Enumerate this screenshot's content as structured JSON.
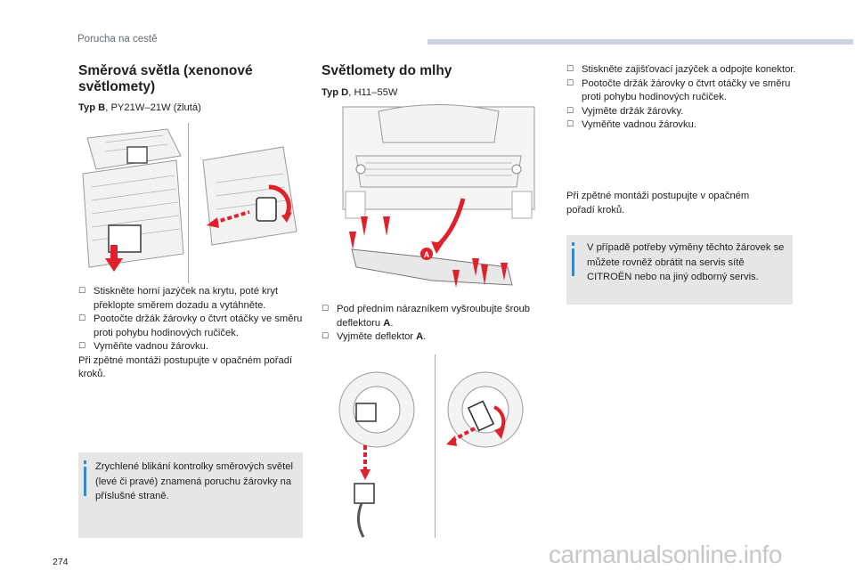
{
  "header": {
    "title": "Porucha na cestě"
  },
  "page_number": "274",
  "watermark": "carmanualsonline.info",
  "col1": {
    "heading_line1": "Směrová světla (xenonové",
    "heading_line2": "světlomety)",
    "type_label": "Typ B",
    "type_value": ", PY21W–21W (žlutá)",
    "steps": [
      "Stiskněte horní jazýček na krytu, poté kryt překlopte směrem dozadu a vytáhněte.",
      "Pootočte držák žárovky o čtvrt otáčky ve směru proti pohybu hodinových ručiček.",
      "Vyměňte vadnou žárovku."
    ],
    "reassembly": "Při zpětné montáži postupujte v opačném pořadí kroků.",
    "note": "Zrychlené blikání kontrolky směrových světel (levé či pravé) znamená poruchu žárovky na příslušné straně."
  },
  "col2": {
    "heading": "Světlomety do mlhy",
    "type_label": "Typ D",
    "type_value": ", H11–55W",
    "callout_letter": "A",
    "step1_text": "Pod předním nárazníkem vyšroubujte šroub deflektoru ",
    "step1_bold": "A",
    "step1_end": ".",
    "step2_text": "Vyjměte deflektor ",
    "step2_bold": "A",
    "step2_end": "."
  },
  "col3": {
    "steps": [
      "Stiskněte zajišťovací jazýček a odpojte konektor.",
      "Pootočte držák žárovky o čtvrt otáčky ve směru proti pohybu hodinových ručiček.",
      "Vyjměte držák žárovky.",
      "Vyměňte vadnou žárovku."
    ],
    "reassembly": "Při zpětné montáži postupujte v opačném pořadí kroků.",
    "note": "V případě potřeby výměny těchto žárovek se můžete rovněž obrátit na servis sítě CITROËN nebo na jiný odborný servis."
  },
  "colors": {
    "arrow_red": "#e0202a",
    "info_blue": "#3a86c8",
    "note_bg": "#e6e6e6",
    "header_bar": "#cdd1e0"
  }
}
